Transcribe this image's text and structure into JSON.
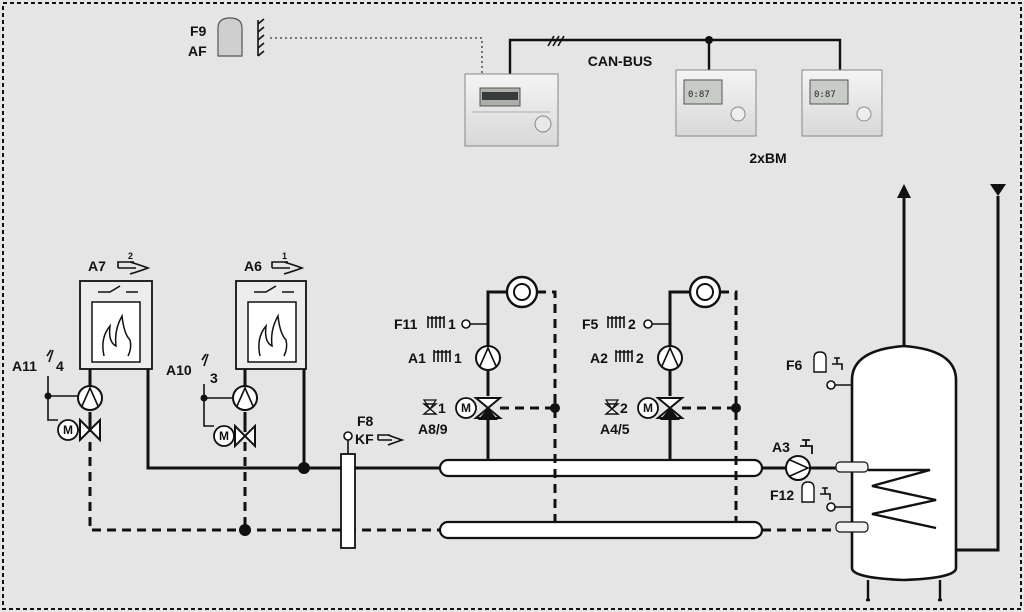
{
  "bus": {
    "label": "CAN-BUS"
  },
  "outdoor_sensor": {
    "code": "F9",
    "name": "AF"
  },
  "room_units": {
    "label": "2xBM",
    "display_text": "0:87"
  },
  "boilers": [
    {
      "code": "A7",
      "index": "2"
    },
    {
      "code": "A6",
      "index": "1"
    }
  ],
  "boiler_valves": [
    {
      "code": "A11",
      "index": "4"
    },
    {
      "code": "A10",
      "index": "3"
    }
  ],
  "collector_sensor": {
    "code": "F8",
    "name": "KF"
  },
  "circuits": [
    {
      "flow_sensor": "F11",
      "sensor_index": "1",
      "pump": "A1",
      "pump_index": "1",
      "mixer_index": "1",
      "mixer": "A8/9"
    },
    {
      "flow_sensor": "F5",
      "sensor_index": "2",
      "pump": "A2",
      "pump_index": "2",
      "mixer_index": "2",
      "mixer": "A4/5"
    }
  ],
  "dhw": {
    "sensor_top": "F6",
    "pump": "A3",
    "sensor_bottom": "F12"
  },
  "colors": {
    "background": "#e5e5e5",
    "line": "#111111"
  },
  "icons": [
    "burner-icon",
    "radiator-icon",
    "pump-icon",
    "motor-icon",
    "valve-icon",
    "flame-icon",
    "tap-icon",
    "thermostat-icon"
  ]
}
